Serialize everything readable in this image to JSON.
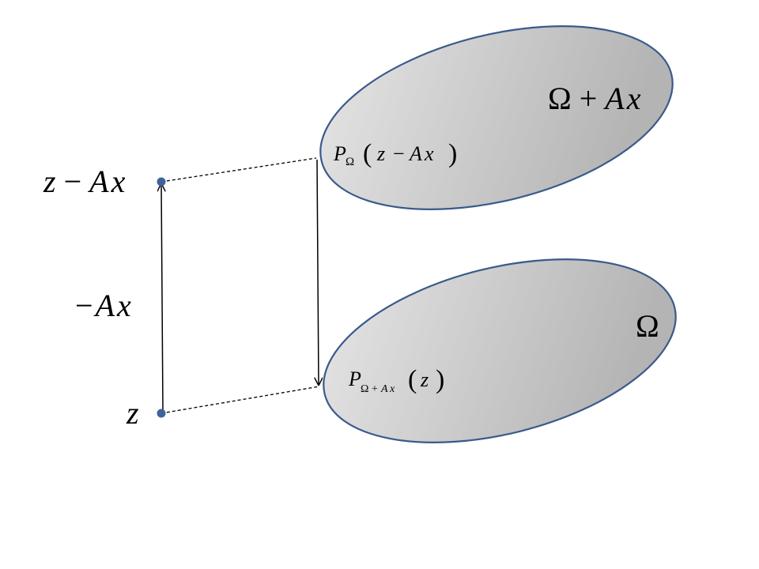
{
  "labels": {
    "point_top": {
      "var": "z",
      "op": "−",
      "var2": "A",
      "var3": "x"
    },
    "arrow_label": {
      "op": "−",
      "var": "A",
      "var2": "x"
    },
    "point_bottom": {
      "var": "z"
    },
    "set_top": {
      "omega": "Ω",
      "op": "+",
      "var": "A",
      "var2": "x"
    },
    "set_bottom": {
      "omega": "Ω"
    },
    "proj_top": {
      "P": "P",
      "sub": "Ω",
      "lp": "(",
      "z": "z",
      "op": "−",
      "A": "A",
      "x": "x",
      "rp": ")"
    },
    "proj_bottom": {
      "P": "P",
      "sub_omega": "Ω",
      "sub_plus": "+",
      "sub_A": "A",
      "sub_x": "x",
      "lp": "(",
      "z": "z",
      "rp": ")"
    }
  },
  "colors": {
    "ellipse_stroke": "#3a5a8c",
    "ellipse_fill_light": "#e6e6e6",
    "ellipse_fill_dark": "#b4b4b4",
    "point": "#3f6399",
    "line": "#000000"
  }
}
